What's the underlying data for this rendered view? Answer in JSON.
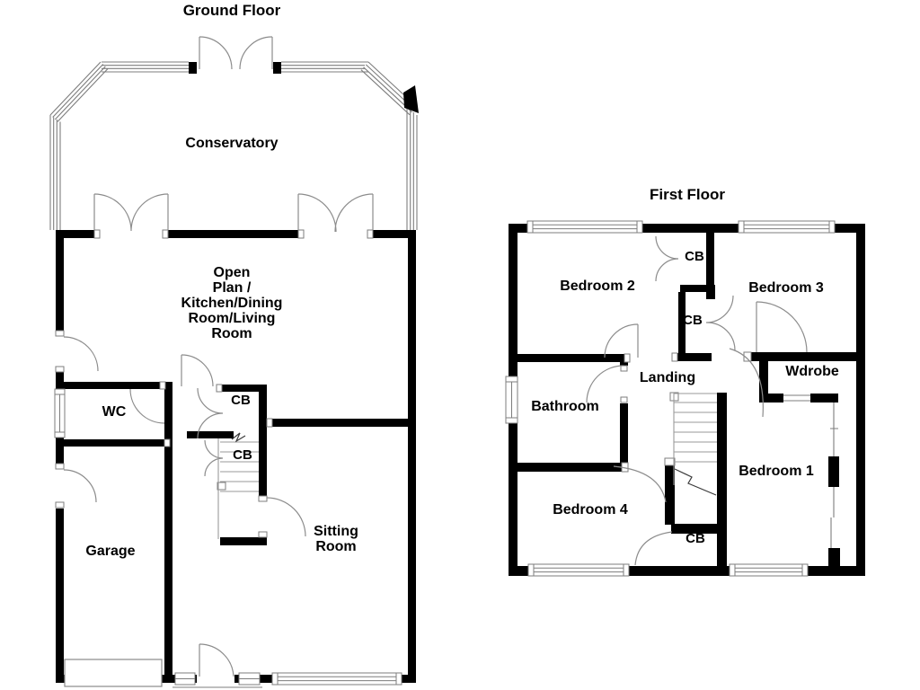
{
  "document": {
    "type": "floorplan"
  },
  "colors": {
    "wall": "#000000",
    "thin_line": "#7d7d7d",
    "door_arc": "#8c8c8c",
    "background": "#ffffff",
    "text": "#000000"
  },
  "ground_floor": {
    "title": "Ground Floor",
    "labels": {
      "conservatory": "Conservatory",
      "open_plan_lines": [
        "Open",
        "Plan /",
        "Kitchen/Dining",
        "Room/Living",
        "Room"
      ],
      "wc": "WC",
      "cb_upper": "CB",
      "cb_lower": "CB",
      "garage": "Garage",
      "sitting_room_lines": [
        "Sitting",
        "Room"
      ]
    }
  },
  "first_floor": {
    "title": "First Floor",
    "labels": {
      "bedroom2": "Bedroom 2",
      "bedroom3": "Bedroom 3",
      "cb_top": "CB",
      "cb_middle": "CB",
      "landing": "Landing",
      "bathroom": "Bathroom",
      "wardrobe": "Wdrobe",
      "bedroom4": "Bedroom 4",
      "bedroom1": "Bedroom 1",
      "cb_bottom": "CB"
    }
  }
}
